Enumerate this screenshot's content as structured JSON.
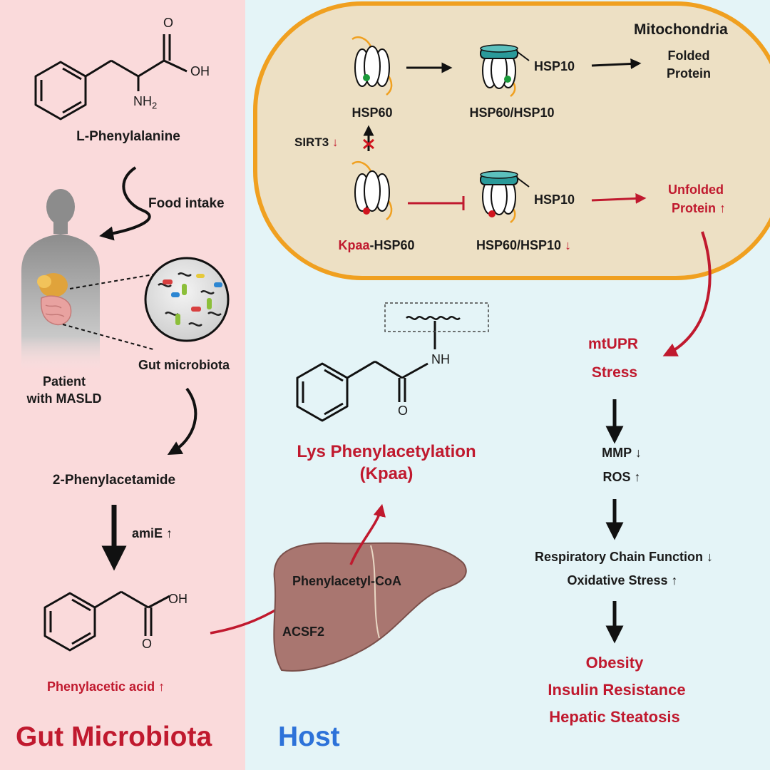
{
  "regions": {
    "left_title": "Gut Microbiota",
    "right_title": "Host"
  },
  "gut": {
    "l_phe": "L-Phenylalanine",
    "oh_1": "OH",
    "nh2": "NH",
    "nh2_sub": "2",
    "food_intake": "Food intake",
    "patient_line1": "Patient",
    "patient_line2": "with MASLD",
    "gut_microbiota": "Gut microbiota",
    "phenylacetamide": "2-Phenylacetamide",
    "amie": "amiE",
    "oh_2": "OH",
    "phenylacetic_acid": "Phenylacetic acid"
  },
  "mito": {
    "title": "Mitochondria",
    "hsp60": "HSP60",
    "hsp10_top": "HSP10",
    "complex_top": "HSP60/HSP10",
    "folded_line1": "Folded",
    "folded_line2": "Protein",
    "sirt3": "SIRT3",
    "kpaa_prefix": "Kpaa",
    "kpaa_suffix": "-HSP60",
    "hsp10_bottom": "HSP10",
    "complex_bottom": "HSP60/HSP10",
    "unfolded_line1": "Unfolded",
    "unfolded_line2": "Protein"
  },
  "host": {
    "nh": "NH",
    "o": "O",
    "lys_line1": "Lys Phenylacetylation",
    "lys_line2": "(Kpaa)",
    "phenylacetyl_coa": "Phenylacetyl-CoA",
    "acsf2": "ACSF2"
  },
  "outcome": {
    "mtupr": "mtUPR",
    "stress": "Stress",
    "mmp": "MMP",
    "ros": "ROS",
    "resp": "Respiratory Chain Function",
    "oxid": "Oxidative Stress",
    "obesity": "Obesity",
    "insulin": "Insulin Resistance",
    "steatosis": "Hepatic Steatosis"
  },
  "symbols": {
    "up": "↑",
    "down": "↓"
  },
  "colors": {
    "left_bg": "#fadadb",
    "right_bg": "#e4f4f7",
    "mito_fill": "#ede0c4",
    "mito_border": "#f0a020",
    "accent_red": "#c0192e",
    "host_blue": "#2d72d9",
    "hsp10_teal": "#2a9a9a",
    "liver": "#a97670"
  }
}
